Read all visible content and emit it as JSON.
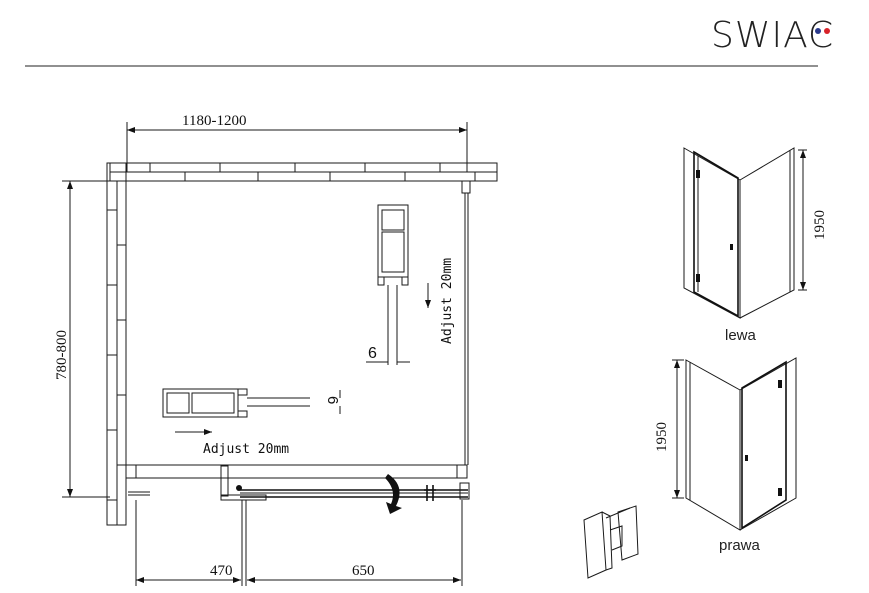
{
  "brand": {
    "logo_text": "SWIAC",
    "dot_colors": [
      "#2a3a8c",
      "#d8232a"
    ]
  },
  "plan": {
    "width_label": "1180-1200",
    "depth_label": "780-800",
    "adjust_vertical": "Adjust 20mm",
    "adjust_horizontal": "Adjust 20mm",
    "profile_gap_top": "6",
    "profile_gap_side": "6",
    "bottom_left_label": "470",
    "bottom_right_label": "650"
  },
  "views": {
    "left": {
      "height_label": "1950",
      "caption": "lewa"
    },
    "right": {
      "height_label": "1950",
      "caption": "prawa"
    }
  }
}
